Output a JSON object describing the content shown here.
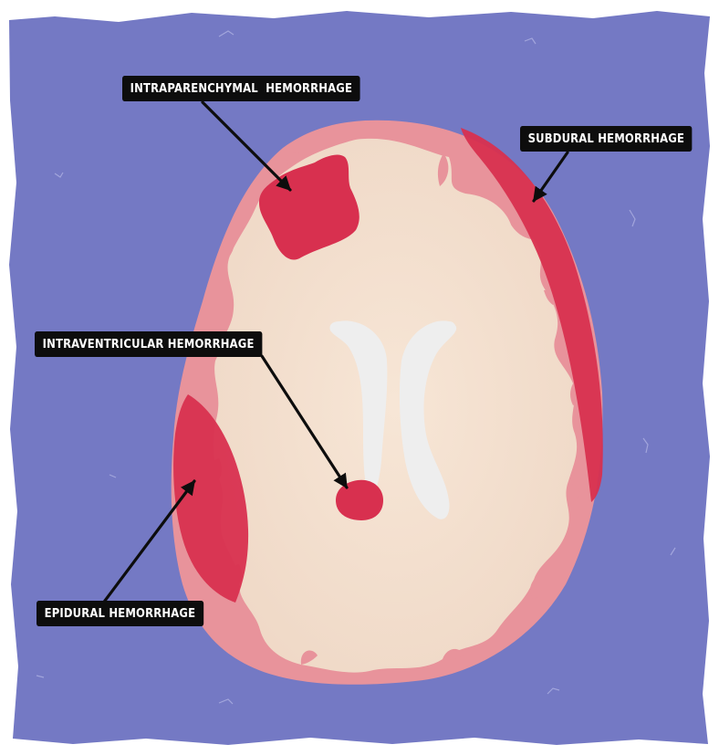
{
  "labels": {
    "intraparenchymal": "INTRAPARENCHYMAL  HEMORRHAGE",
    "subdural": "SUBDURAL HEMORRHAGE",
    "intraventricular": "INTRAVENTRICULAR HEMORRHAGE",
    "epidural": "EPIDURAL HEMORRHAGE"
  },
  "colors": {
    "background": "#7479c4",
    "paper_edge": "#ffffff",
    "brain_outer": "#e8939b",
    "white_matter": "#f1dbcb",
    "ventricles": "#eeeeee",
    "hemorrhage": "#d8304f",
    "label_bg": "#0d0d0d",
    "label_text": "#ffffff"
  }
}
